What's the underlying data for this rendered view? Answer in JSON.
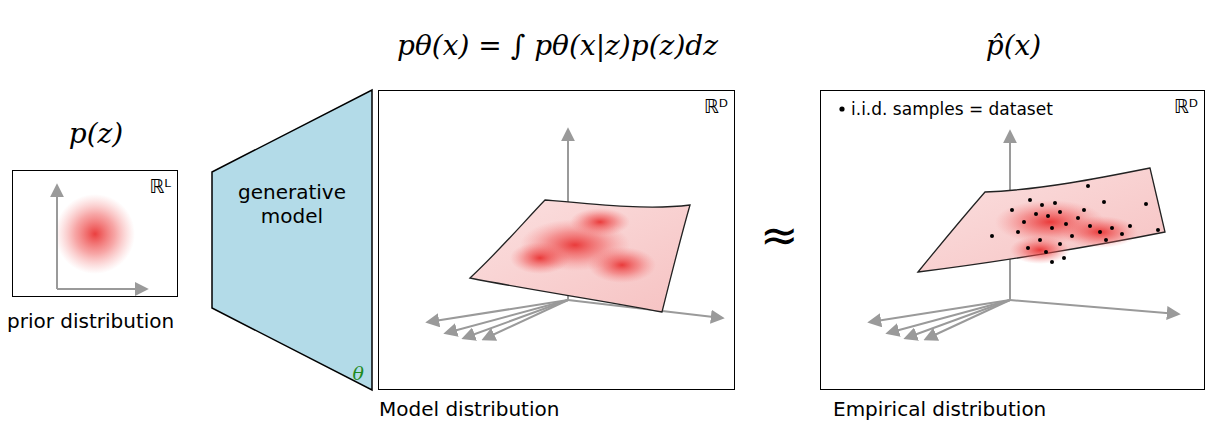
{
  "diagram": {
    "nodes": [
      {
        "text": [
          "p(z)",
          "ℝᴸ",
          "prior distribution"
        ]
      },
      {
        "text": [
          "generative model",
          "θ"
        ]
      },
      {
        "text": [
          "pθ(x) = ∫ pθ(x|z)p(z)dz",
          "ℝᴰ",
          "Model distribution"
        ]
      },
      {
        "text": [
          "p̂(x)",
          "i.i.d. samples = dataset",
          "ℝᴰ",
          "Empirical distribution"
        ]
      }
    ],
    "labels": [
      "≈"
    ]
  }
}
